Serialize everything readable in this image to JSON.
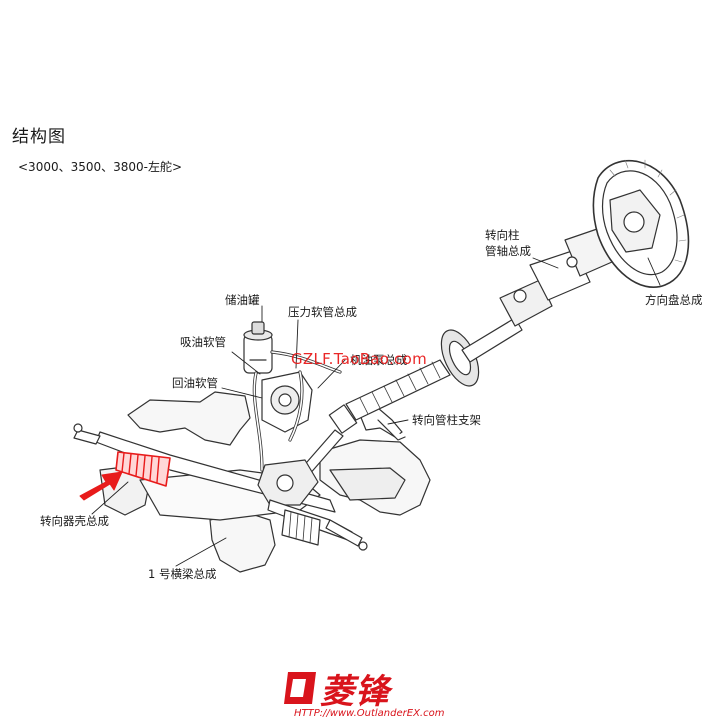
{
  "header": {
    "title": "结构图",
    "subtitle": "<3000、3500、3800-左舵>"
  },
  "labels": {
    "steering_column_shaft": [
      "转向柱",
      "管轴总成"
    ],
    "steering_wheel": "方向盘总成",
    "reservoir": "储油罐",
    "pressure_hose": "压力软管总成",
    "suction_hose": "吸油软管",
    "pump": "机油泵总成",
    "return_hose": "回油软管",
    "column_bracket": "转向管柱支架",
    "gear_housing": "转向器壳总成",
    "crossmember": "1 号横梁总成"
  },
  "watermark": "GZLF.TaoBao.com",
  "logo": {
    "text": "菱锋",
    "url": "HTTP://www.OutlanderEX.com"
  },
  "colors": {
    "accent": "#e81b1b",
    "line": "#333333",
    "part_fill": "#ffffff",
    "shade": "#cfcfcf"
  }
}
